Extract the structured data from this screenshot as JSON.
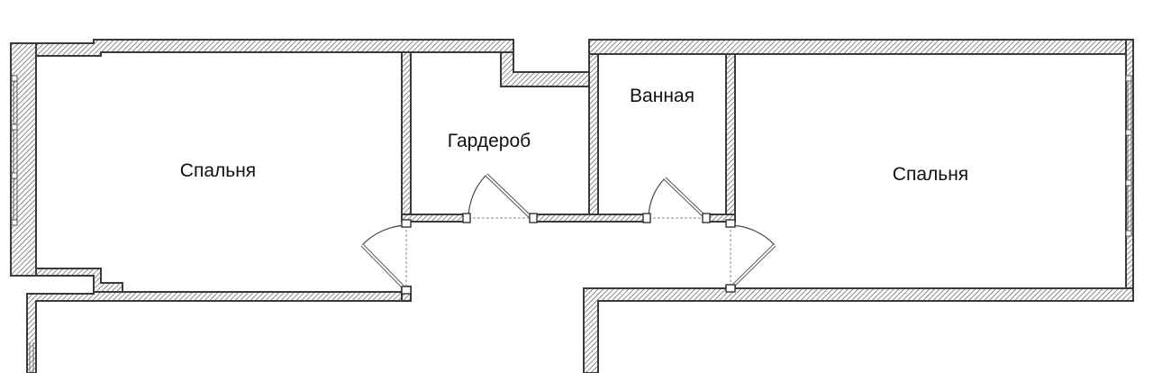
{
  "rooms": {
    "bedroom_left": "Спальня",
    "wardrobe": "Гардероб",
    "bathroom": "Ванная",
    "bedroom_right": "Спальня"
  },
  "colors": {
    "wall_stroke": "#3a3a3a",
    "hatch": "#6b6b6b",
    "background": "#ffffff"
  }
}
